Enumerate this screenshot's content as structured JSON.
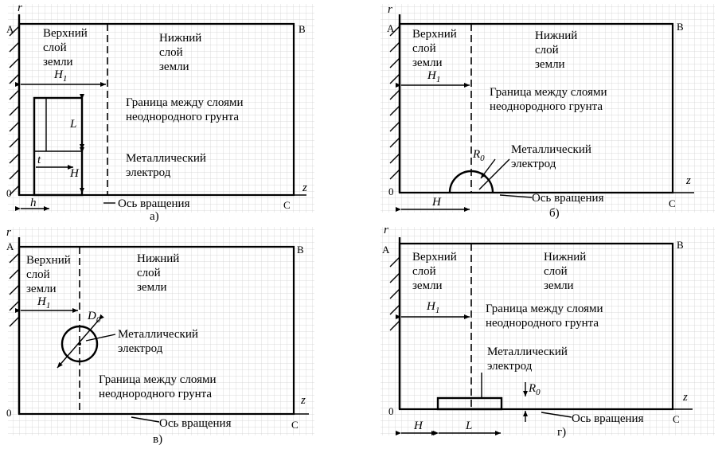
{
  "labels": {
    "upper_layer": [
      "Верхний",
      "слой",
      "земли"
    ],
    "lower_layer": [
      "Нижний",
      "слой",
      "земли"
    ],
    "boundary": [
      "Граница между слоями",
      "неоднородного грунта"
    ],
    "electrode": [
      "Металлический",
      "электрод"
    ],
    "axis": "Ось вращения"
  },
  "points": {
    "A": "A",
    "B": "B",
    "C": "C",
    "origin": "0",
    "r_axis": "r",
    "z_axis": "z"
  },
  "symbols": {
    "H1": "H",
    "H1_sub": "1",
    "H": "H",
    "L": "L",
    "t": "t",
    "h": "h",
    "R0": "R",
    "R0_sub": "0",
    "D0": "D",
    "D0_sub": "0"
  },
  "captions": {
    "a": "а)",
    "b": "б)",
    "v": "в)",
    "g": "г)"
  },
  "colors": {
    "grid": "#c8c8c8",
    "line": "#000000",
    "background": "#ffffff"
  }
}
